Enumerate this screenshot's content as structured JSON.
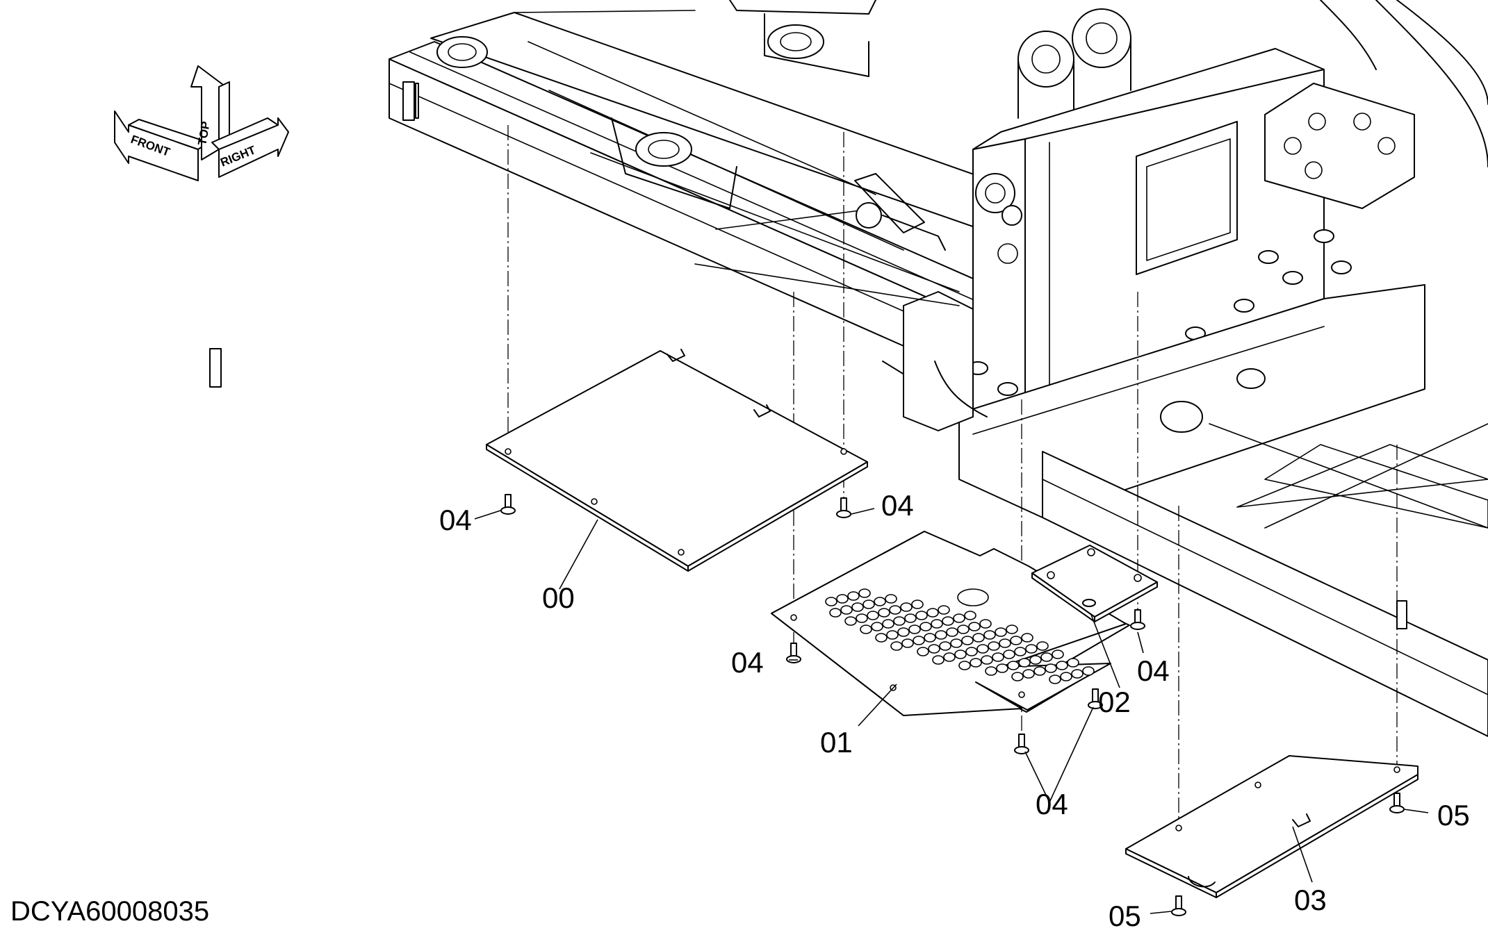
{
  "diagram": {
    "drawing_code": "DCYA60008035",
    "orientation_labels": {
      "front": "FRONT",
      "top": "TOP",
      "right": "RIGHT"
    },
    "callouts": [
      {
        "id": "callout-00",
        "text": "00"
      },
      {
        "id": "callout-01",
        "text": "01"
      },
      {
        "id": "callout-02",
        "text": "02"
      },
      {
        "id": "callout-03",
        "text": "03"
      },
      {
        "id": "callout-04-a",
        "text": "04"
      },
      {
        "id": "callout-04-b",
        "text": "04"
      },
      {
        "id": "callout-04-c",
        "text": "04"
      },
      {
        "id": "callout-04-d",
        "text": "04"
      },
      {
        "id": "callout-04-e",
        "text": "04"
      },
      {
        "id": "callout-05-a",
        "text": "05"
      },
      {
        "id": "callout-05-b",
        "text": "05"
      }
    ]
  }
}
